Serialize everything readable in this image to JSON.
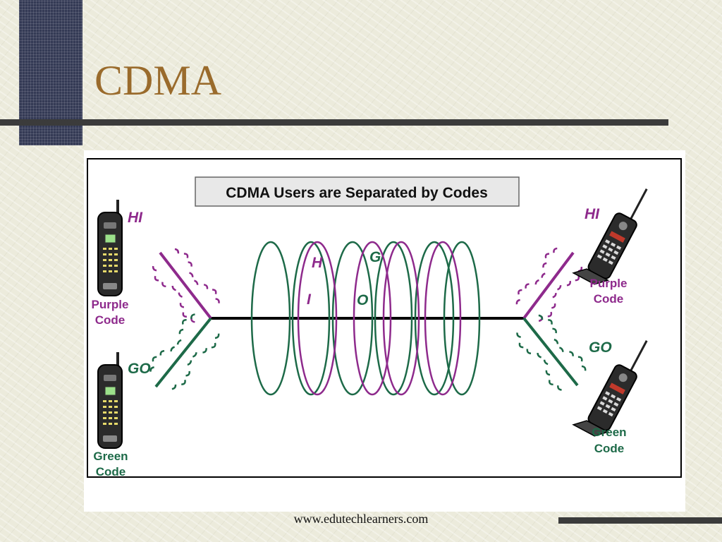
{
  "slide": {
    "title": "CDMA",
    "footer_url": "www.edutechlearners.com"
  },
  "diagram": {
    "heading": "CDMA Users are Separated by Codes",
    "left_purple": {
      "message": "HI",
      "code_label_line1": "Purple",
      "code_label_line2": "Code"
    },
    "left_green": {
      "message": "GO",
      "code_label_line1": "Green",
      "code_label_line2": "Code"
    },
    "right_purple": {
      "message": "HI",
      "code_label_line1": "Purple",
      "code_label_line2": "Code"
    },
    "right_green": {
      "message": "GO",
      "code_label_line1": "Green",
      "code_label_line2": "Code"
    },
    "channel_letters": {
      "h": "H",
      "i": "I",
      "g": "G",
      "o": "O"
    },
    "colors": {
      "purple": "#8e2a8c",
      "green": "#1d6a48",
      "title": "#9a6b2c",
      "strip": "#343a55"
    }
  }
}
